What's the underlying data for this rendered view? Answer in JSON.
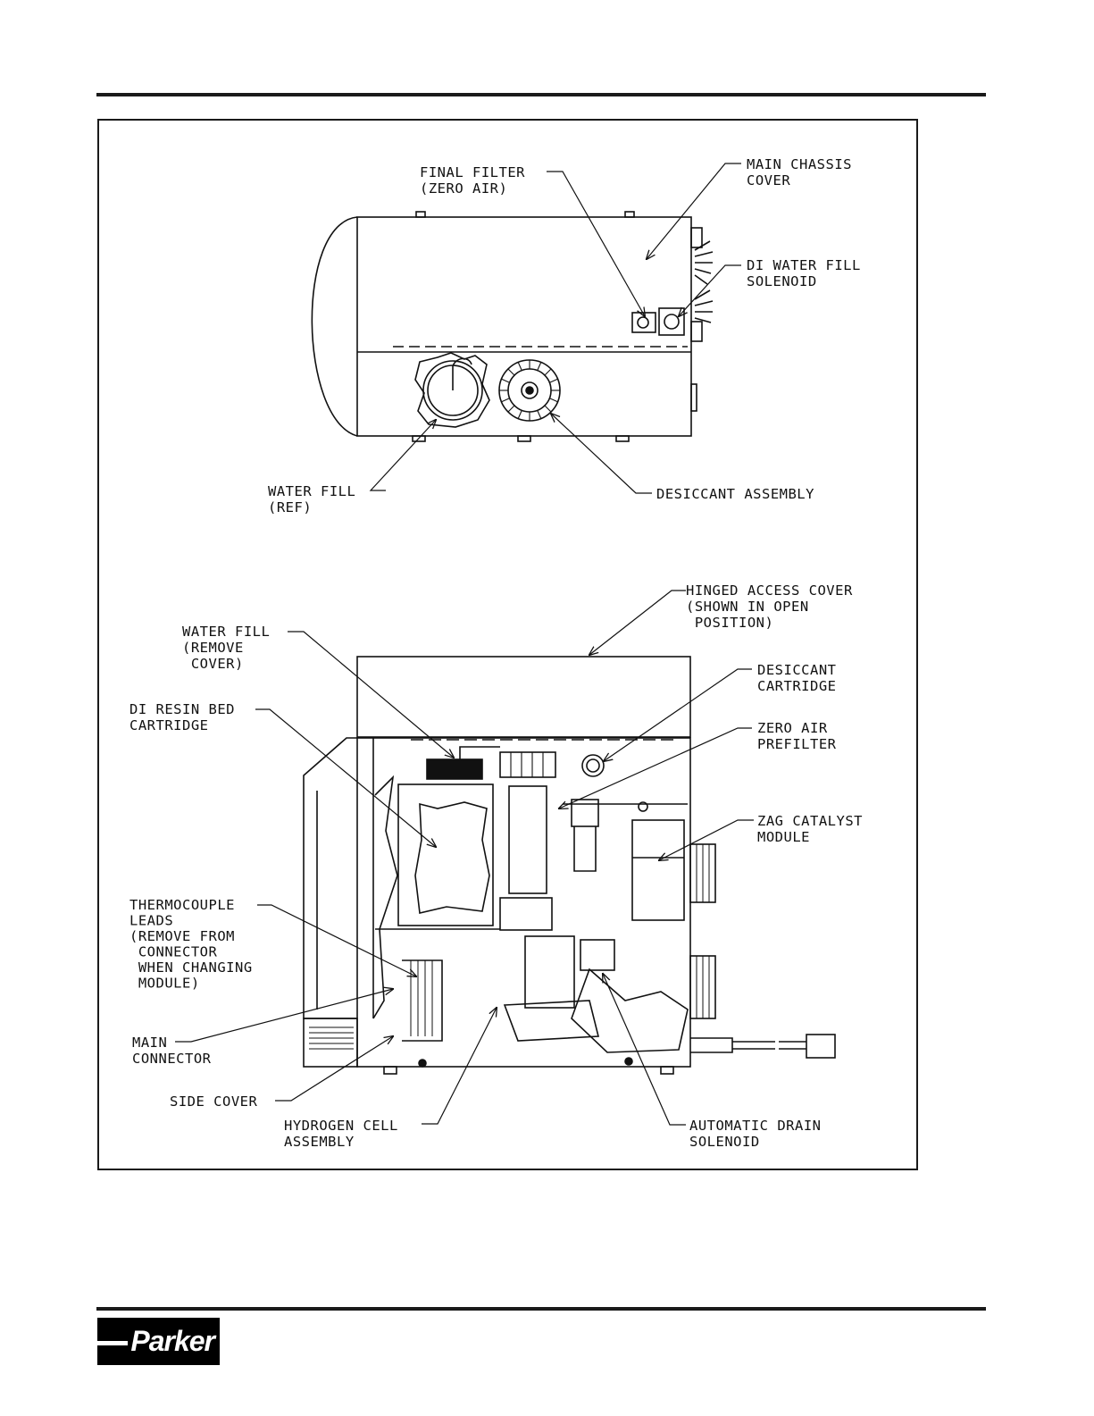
{
  "brand": {
    "logo_text": "Parker"
  },
  "top_view": {
    "labels": {
      "final_filter": [
        "FINAL FILTER",
        "(ZERO AIR)"
      ],
      "main_chassis_cover": [
        "MAIN CHASSIS",
        "COVER"
      ],
      "di_water_fill_solenoid": [
        "DI WATER FILL",
        "SOLENOID"
      ],
      "water_fill_ref": [
        "WATER FILL",
        "(REF)"
      ],
      "desiccant_assembly": [
        "DESICCANT ASSEMBLY"
      ]
    }
  },
  "side_view": {
    "labels": {
      "hinged_access_cover": [
        "HINGED ACCESS COVER",
        "(SHOWN IN OPEN",
        " POSITION)"
      ],
      "water_fill_remove_cover": [
        "WATER FILL",
        "(REMOVE",
        " COVER)"
      ],
      "desiccant_cartridge": [
        "DESICCANT",
        "CARTRIDGE"
      ],
      "di_resin_bed_cartridge": [
        "DI RESIN BED",
        "CARTRIDGE"
      ],
      "zero_air_prefilter": [
        "ZERO AIR",
        "PREFILTER"
      ],
      "zag_catalyst_module": [
        "ZAG CATALYST",
        "MODULE"
      ],
      "thermocouple_leads": [
        "THERMOCOUPLE",
        "LEADS",
        "(REMOVE FROM",
        " CONNECTOR",
        " WHEN CHANGING",
        " MODULE)"
      ],
      "main_connector": [
        "MAIN",
        "CONNECTOR"
      ],
      "side_cover": [
        "SIDE COVER"
      ],
      "hydrogen_cell_assembly": [
        "HYDROGEN CELL",
        "ASSEMBLY"
      ],
      "automatic_drain_solenoid": [
        "AUTOMATIC DRAIN",
        "SOLENOID"
      ]
    }
  }
}
